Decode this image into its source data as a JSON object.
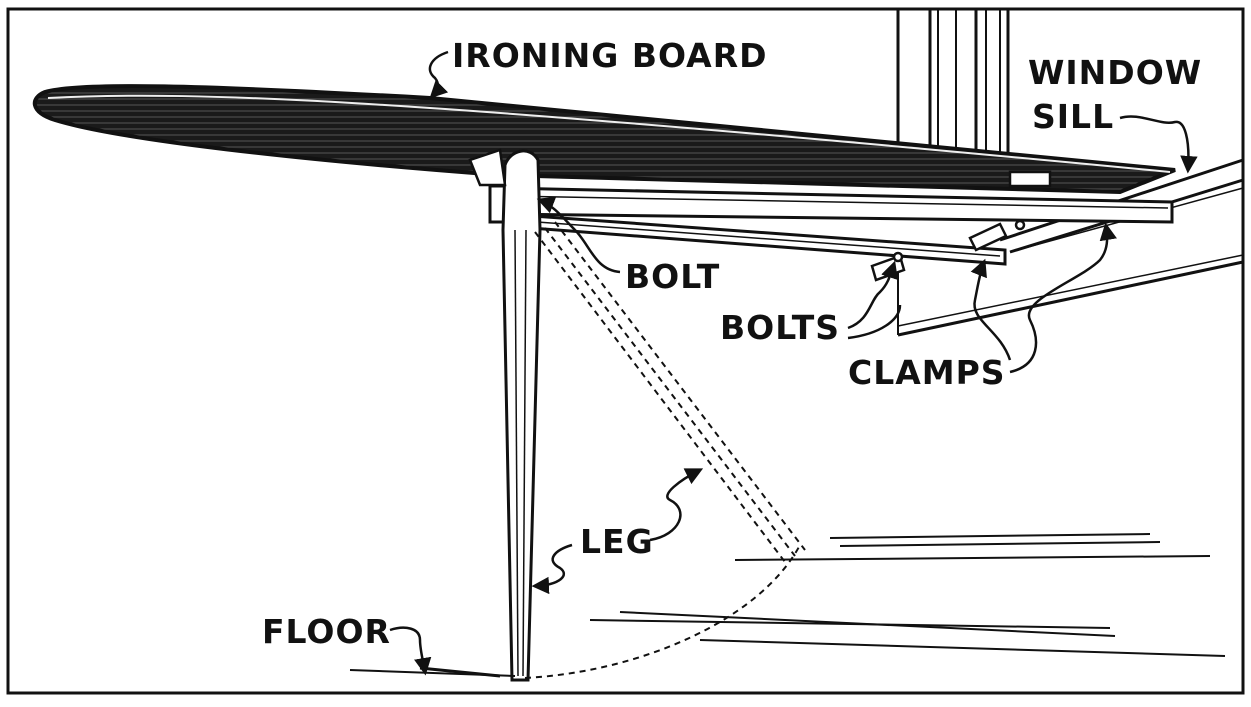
{
  "labels": {
    "ironing_board": "IRONING BOARD",
    "window_sill_line1": "WINDOW",
    "window_sill_line2": "SILL",
    "bolt": "BOLT",
    "bolts": "BOLTS",
    "clamps": "CLAMPS",
    "leg": "LEG",
    "floor": "FLOOR"
  },
  "colors": {
    "ink": "#111111",
    "paper": "#ffffff"
  }
}
